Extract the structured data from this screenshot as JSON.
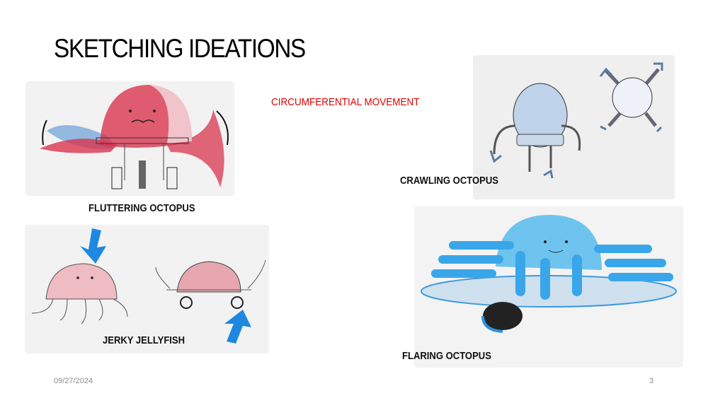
{
  "slide": {
    "title": "SKETCHING IDEATIONS",
    "subtitle": "CIRCUMFERENTIAL MOVEMENT",
    "sketches": [
      {
        "label": "FLUTTERING OCTOPUS",
        "color": "#d8344f"
      },
      {
        "label": "CRAWLING OCTOPUS",
        "color": "#9db8d6"
      },
      {
        "label": "JERKY JELLYFISH",
        "color": "#e0a0aa"
      },
      {
        "label": "FLARING OCTOPUS",
        "color": "#39a7e6"
      }
    ],
    "footer": {
      "date": "09/27/2024",
      "page_number": "3"
    }
  }
}
